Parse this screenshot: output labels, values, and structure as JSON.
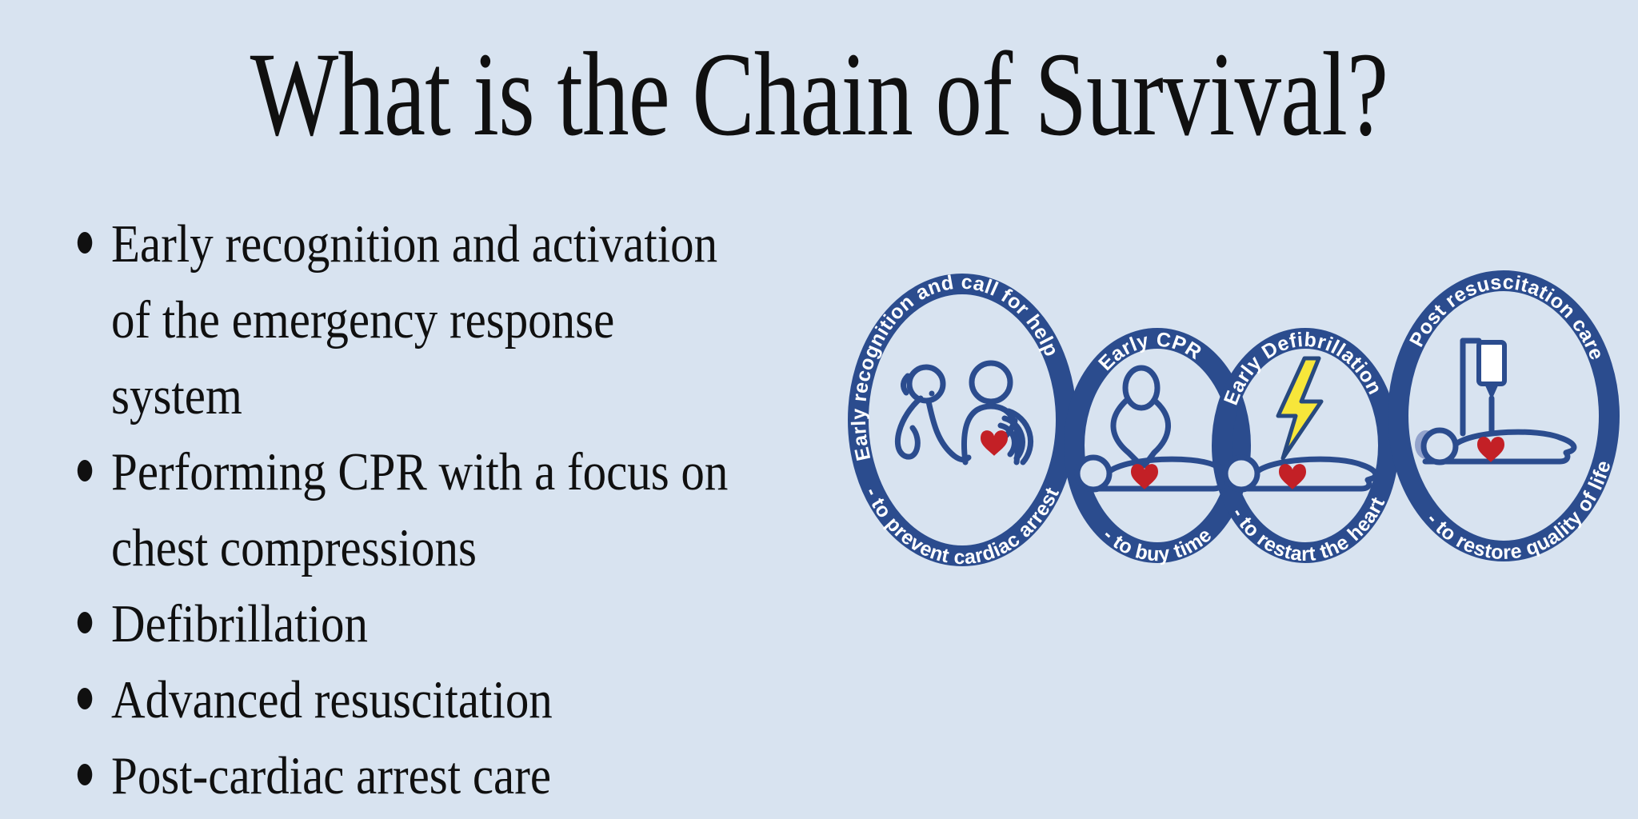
{
  "title": "What is the Chain of Survival?",
  "bullets": [
    {
      "lines": [
        "Early recognition and activation",
        "of the emergency response",
        "system"
      ]
    },
    {
      "lines": [
        "Performing CPR with a focus on",
        "chest compressions"
      ]
    },
    {
      "lines": [
        "Defibrillation"
      ]
    },
    {
      "lines": [
        "Advanced resuscitation"
      ]
    },
    {
      "lines": [
        "Post-cardiac arrest care"
      ]
    }
  ],
  "diagram": {
    "name": "Chain of Survival",
    "rings": [
      {
        "top_label": "Early recognition and call for help",
        "bottom_label": "- to prevent cardiac arrest",
        "icon": "bystander-calling-and-patient-with-chest-pain"
      },
      {
        "top_label": "Early CPR",
        "bottom_label": "- to buy time",
        "icon": "rescuer-chest-compressions"
      },
      {
        "top_label": "Early Defibrillation",
        "bottom_label": "- to restart the heart",
        "icon": "lightning-bolt-over-patient"
      },
      {
        "top_label": "Post resuscitation care",
        "bottom_label": "- to restore quality of life",
        "icon": "iv-drip-over-patient"
      }
    ],
    "colors": {
      "ring_blue": "#2b4c8e",
      "heart_red": "#c32026",
      "lightning_yellow": "#f7e63a",
      "pillow_blue": "#93a3cc",
      "label_text": "#ffffff"
    }
  },
  "page_colors": {
    "background": "#d8e3f0",
    "text": "#101010"
  }
}
